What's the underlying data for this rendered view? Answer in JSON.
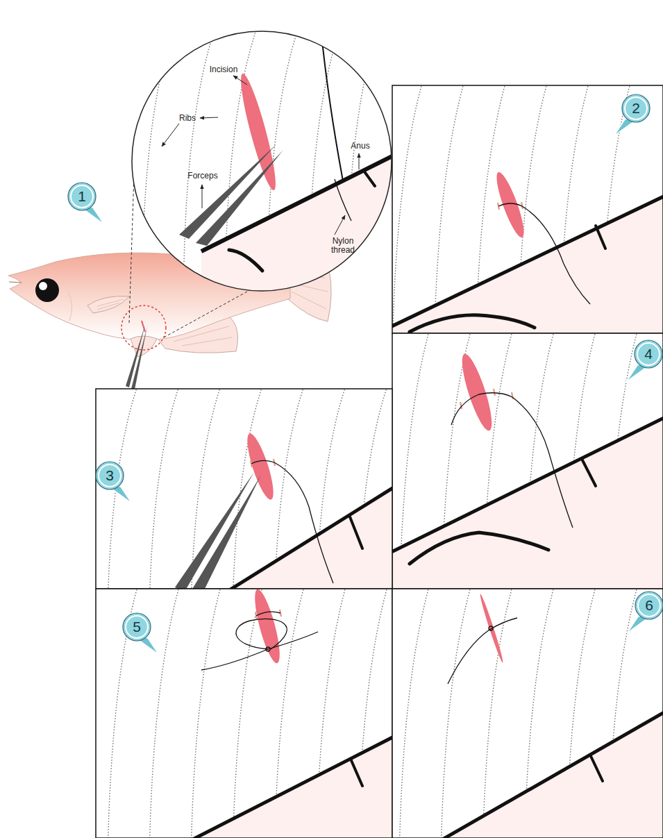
{
  "diagram": {
    "nodes": [
      {
        "text": [
          "1"
        ]
      },
      {
        "text": [
          "2"
        ]
      },
      {
        "text": [
          "3"
        ]
      },
      {
        "text": [
          "4"
        ]
      },
      {
        "text": [
          "5"
        ]
      },
      {
        "text": [
          "6"
        ]
      }
    ],
    "labels": [
      "Incision",
      "Ribs",
      "Forceps",
      "Anus",
      "Nylon thread"
    ]
  }
}
